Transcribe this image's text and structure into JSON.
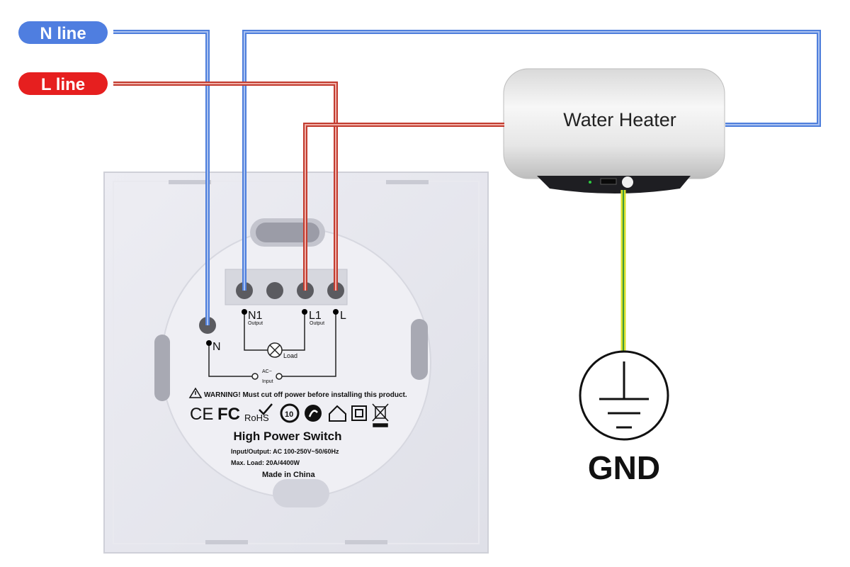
{
  "labels": {
    "n_line": "N line",
    "l_line": "L line",
    "water_heater": "Water Heater",
    "gnd": "GND"
  },
  "terminals": {
    "n1": "N1",
    "n1_sub": "Output",
    "l1": "L1",
    "l1_sub": "Output",
    "l": "L",
    "n": "N",
    "load": "Load",
    "ac": "AC~",
    "input": "Input"
  },
  "back_label": {
    "warning": "WARNING! Must cut off power before installing this product.",
    "title": "High Power Switch",
    "io": "Input/Output: AC 100-250V~50/60Hz",
    "max_load": "Max. Load: 20A/4400W",
    "origin": "Made in China",
    "rohs": "RoHS",
    "ten": "10"
  },
  "colors": {
    "n_wire": "#4f7fdc",
    "l_wire": "#c23b2f",
    "n_badge": "#4f7ee0",
    "l_badge": "#e61f1f",
    "earth_yellow": "#d8e02a",
    "earth_green": "#3c9a3c"
  }
}
